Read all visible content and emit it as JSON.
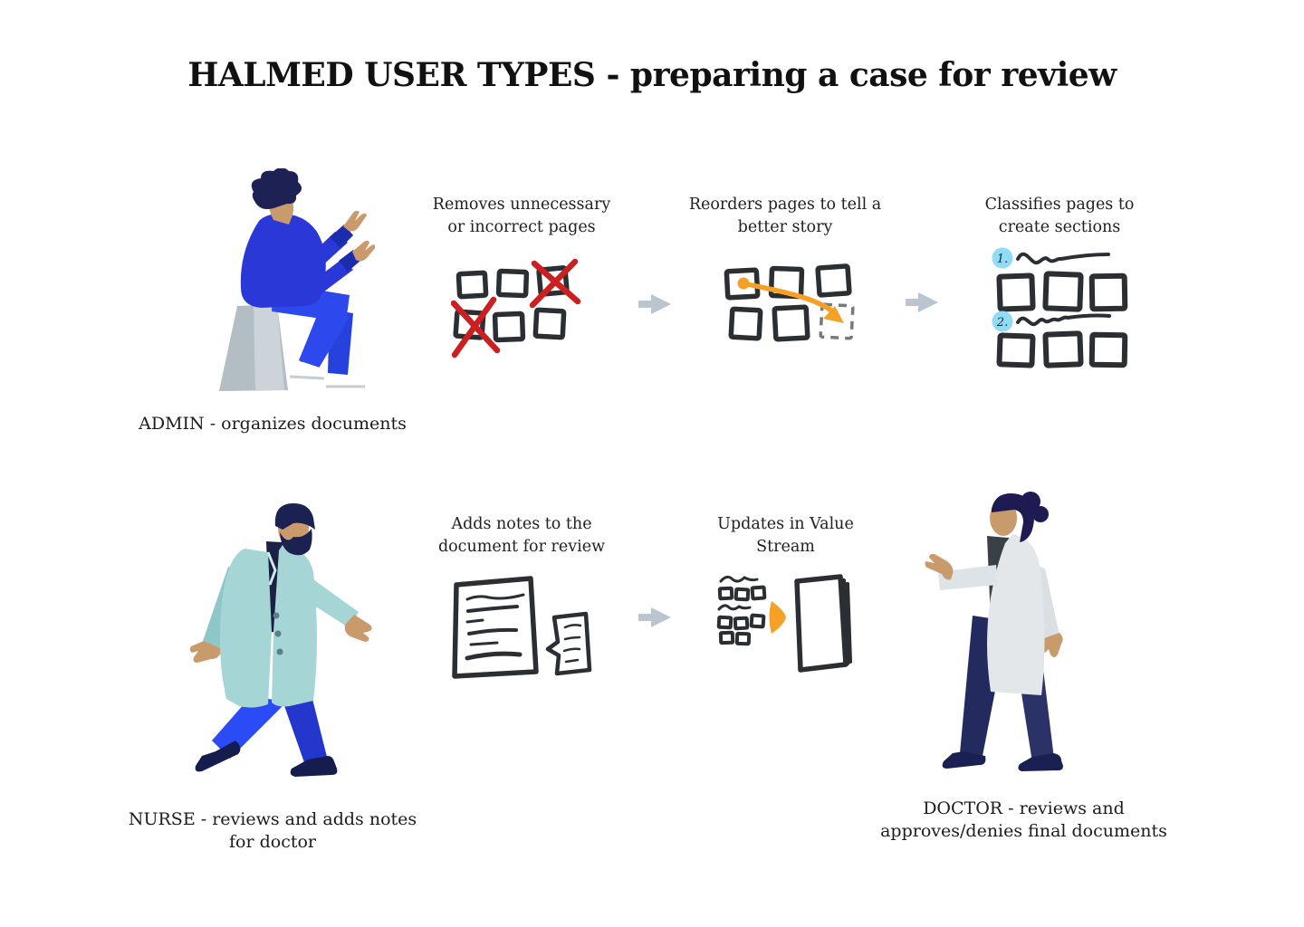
{
  "title": "HALMED USER TYPES - preparing a case for review",
  "admin_flow": {
    "actor_caption": "ADMIN - organizes documents",
    "figure": "person-sitting-on-stool",
    "steps": [
      {
        "label": "Removes unnecessary or incorrect pages",
        "sketch": "pages-grid-with-red-crosses"
      },
      {
        "label": "Reorders pages to tell a better story",
        "sketch": "pages-grid-with-orange-move-arrow"
      },
      {
        "label": "Classifies pages to create sections",
        "sketch": "numbered-sections-with-pages"
      }
    ],
    "section_badges": [
      "1.",
      "2."
    ]
  },
  "review_flow": {
    "nurse_caption": "NURSE - reviews and adds notes for doctor",
    "nurse_figure": "person-walking-in-teal-coat",
    "doctor_caption": "DOCTOR - reviews and approves/denies final documents",
    "doctor_figure": "person-walking-in-white-coat",
    "steps": [
      {
        "label": "Adds notes to the document for review",
        "sketch": "document-with-note"
      },
      {
        "label": "Updates in Value Stream",
        "sketch": "thumbnails-to-stacked-pages"
      }
    ]
  },
  "icons": {
    "flow_arrow": "right-arrow"
  },
  "colors": {
    "background": "#ffffff",
    "text": "#212121",
    "sketch_stroke": "#2b2e33",
    "cross_red": "#cc1f1f",
    "accent_orange": "#f5a126",
    "flow_arrow_gray": "#bac5cf",
    "badge_blue": "#8edcf5",
    "admin_shirt_blue": "#2b38d8",
    "bright_pants_blue": "#2d49ee",
    "nurse_coat_teal": "#a6d5d6",
    "doctor_coat_gray": "#e3e7ea",
    "dark_navy": "#1b2150",
    "skin_tan": "#c99a6b"
  }
}
